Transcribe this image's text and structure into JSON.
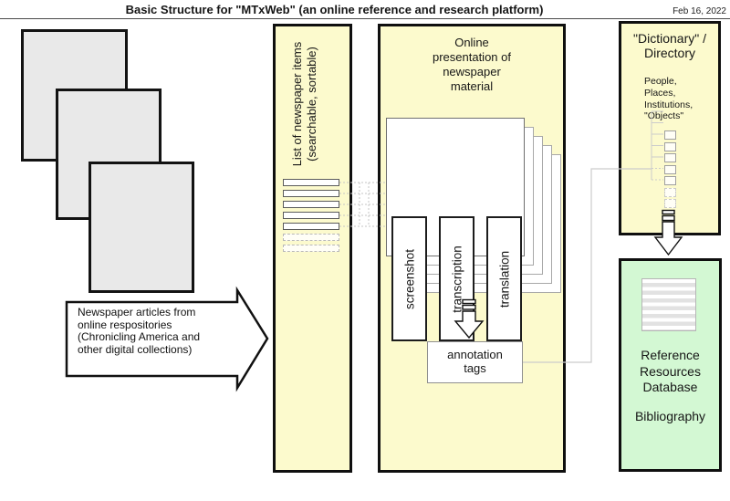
{
  "header": {
    "title": "Basic Structure for \"MTxWeb\" (an online reference and research platform)",
    "date": "Feb 16, 2022"
  },
  "input_arrow": {
    "text": "Newspaper articles from online respositories (Chronicling America and other digital collections)"
  },
  "list_panel": {
    "label": "List of newspaper items (searchable, sortable)",
    "solid_item_count": 5,
    "dashed_item_count": 2
  },
  "main_panel": {
    "title": "Online presentation of newspaper material",
    "page_labels": [
      "screenshot",
      "transcription",
      "translation"
    ],
    "annotation_label": "annotation tags"
  },
  "dictionary_panel": {
    "title": "\"Dictionary\" / Directory",
    "subtitle": "People, Places, Institutions, \"Objects\"",
    "solid_item_count": 5,
    "dashed_item_count": 2
  },
  "reference_panel": {
    "title": "Reference Resources Database",
    "subtitle": "Bibliography"
  },
  "colors": {
    "panel_yellow": "#FCFACD",
    "reference_green": "#D3F8D3",
    "page_gray": "#E9E9E9",
    "connector_gray": "#CCCCCC"
  }
}
